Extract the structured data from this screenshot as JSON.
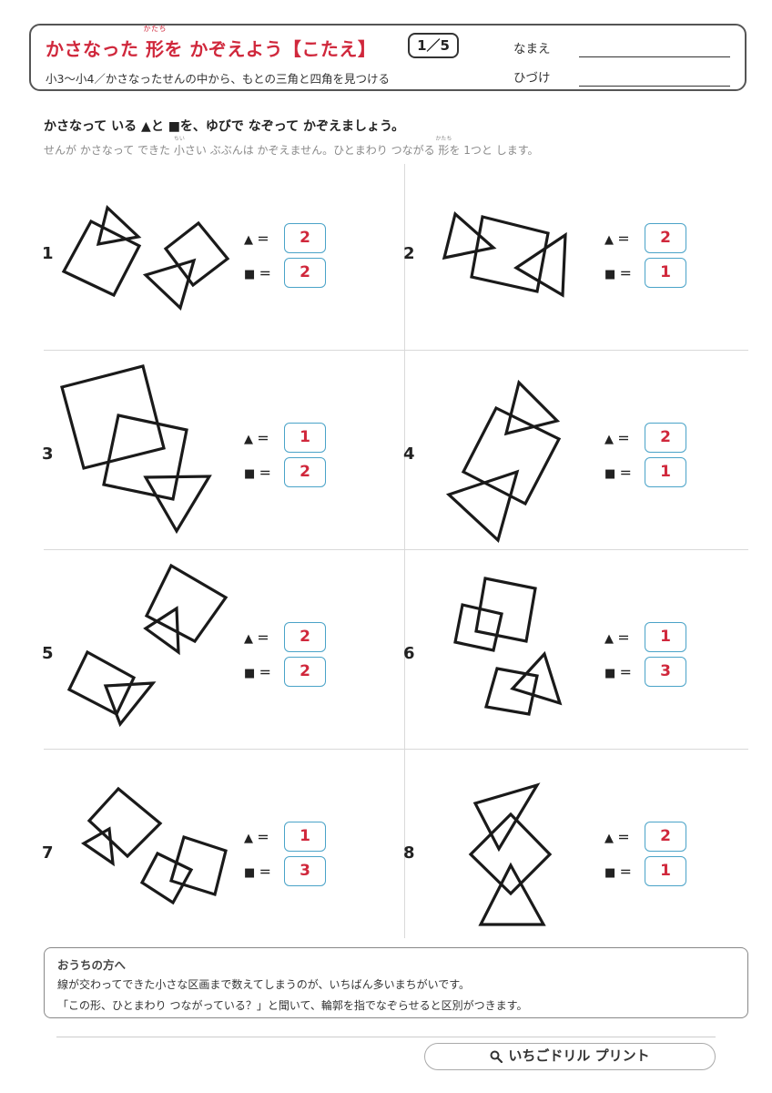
{
  "header": {
    "title_part1": "かさなった ",
    "title_kanji": "形",
    "title_kanji_ruby": "かたち",
    "title_part2": "を かぞえよう【こたえ】",
    "page": "1／5",
    "subtitle": "小3〜小4／かさなったせんの中から、もとの三角と四角を見つける",
    "name_label": "なまえ",
    "date_label": "ひづけ"
  },
  "instructions": {
    "main": "かさなって いる ▲と ■を、ゆびで なぞって かぞえましょう。",
    "note_part1": "せんが かさなって できた ",
    "note_kanji1": "小",
    "note_kanji1_ruby": "ちい",
    "note_part2": "さい ぶぶんは かぞえません。ひとまわり つながる ",
    "note_kanji2": "形",
    "note_kanji2_ruby": "かたち",
    "note_part3": "を 1つと します。"
  },
  "answer_labels": {
    "triangle": "▲ ＝",
    "square": "■ ＝"
  },
  "problems": [
    {
      "number": "1",
      "triangles": "2",
      "squares": "2"
    },
    {
      "number": "2",
      "triangles": "2",
      "squares": "1"
    },
    {
      "number": "3",
      "triangles": "1",
      "squares": "2"
    },
    {
      "number": "4",
      "triangles": "2",
      "squares": "1"
    },
    {
      "number": "5",
      "triangles": "2",
      "squares": "2"
    },
    {
      "number": "6",
      "triangles": "1",
      "squares": "3"
    },
    {
      "number": "7",
      "triangles": "1",
      "squares": "3"
    },
    {
      "number": "8",
      "triangles": "2",
      "squares": "1"
    }
  ],
  "footer": {
    "title": "おうちの方へ",
    "line1": "線が交わってできた小さな区画まで数えてしまうのが、いちばん多いまちがいです。",
    "line2": "「この形、ひとまわり つながっている？」と聞いて、輪郭を指でなぞらせると区別がつきます。"
  },
  "brand": "いちごドリル プリント",
  "colors": {
    "accent": "#d0283c",
    "answer_border": "#4aa3c8"
  }
}
